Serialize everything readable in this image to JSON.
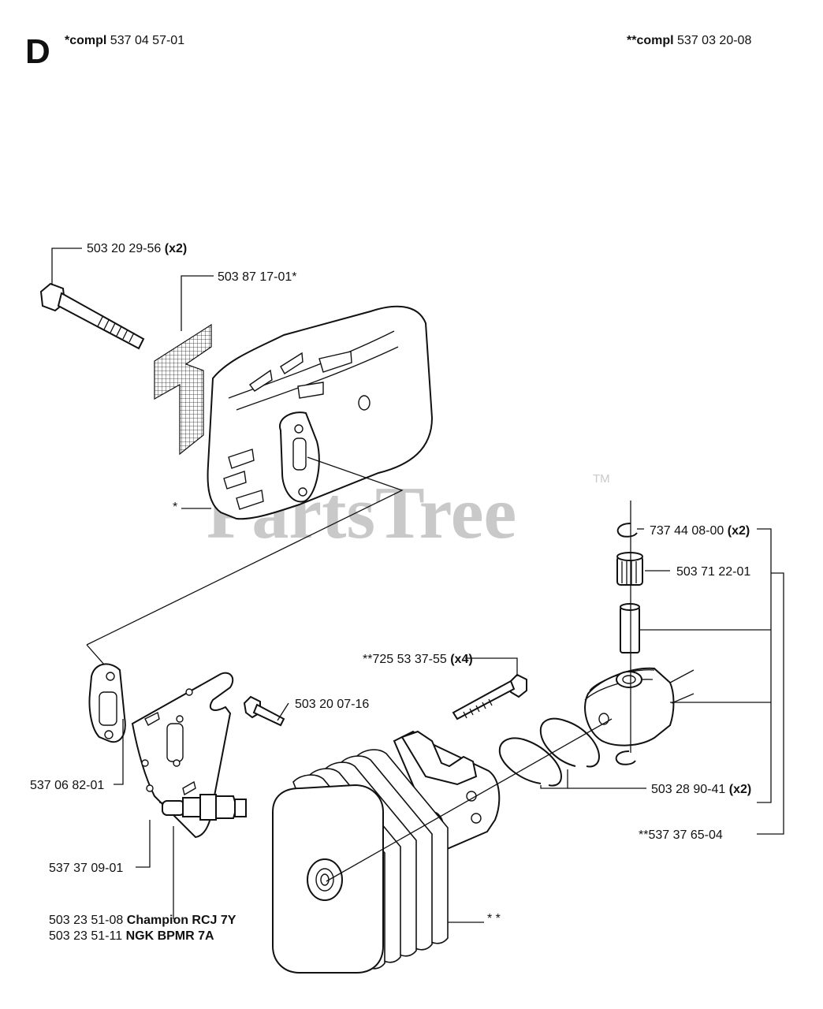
{
  "section_letter": "D",
  "header": {
    "left_prefix": "*compl",
    "left_number": "537 04 57-01",
    "right_prefix": "**compl",
    "right_number": "537 03 20-08"
  },
  "watermark": {
    "text": "PartsTree",
    "trademark": "TM"
  },
  "callouts": {
    "bolt_muffler": {
      "number": "503 20 29-56",
      "qty": "(x2)"
    },
    "spark_screen": {
      "number": "503 87 17-01*"
    },
    "muffler_star": {
      "number": "*"
    },
    "circlip": {
      "number": "737 44 08-00",
      "qty": "(x2)"
    },
    "needle_bearing": {
      "number": "503 71 22-01"
    },
    "cylinder_screw": {
      "number": "**725 53 37-55",
      "qty": "(x4)"
    },
    "bracket_screw": {
      "number": "503 20 07-16"
    },
    "gasket": {
      "number": "537 06 82-01"
    },
    "piston_rings": {
      "number": "503 28 90-41",
      "qty": "(x2)"
    },
    "piston_kit": {
      "number": "**537 37 65-04"
    },
    "bracket": {
      "number": "537 37 09-01"
    },
    "spark_plug_1": {
      "number": "503 23 51-08",
      "brand": "Champion RCJ 7Y"
    },
    "spark_plug_2": {
      "number": "503 23 51-11",
      "brand": "NGK BPMR 7A"
    },
    "cylinder_star": {
      "number": "* *"
    }
  }
}
